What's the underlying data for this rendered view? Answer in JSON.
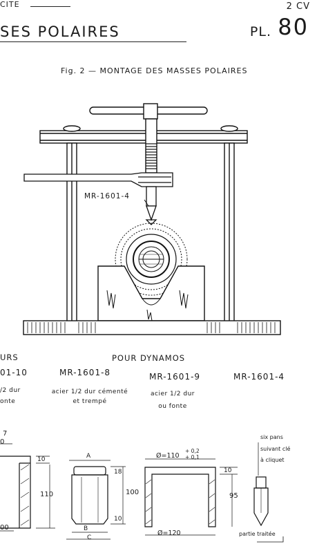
{
  "header": {
    "section_fragment": "CITE",
    "model": "2 CV",
    "title_fragment": "SES POLAIRES",
    "plate_label": "PL.",
    "plate_number": "80"
  },
  "figure": {
    "caption": "Fig. 2 — MONTAGE DES MASSES POLAIRES",
    "press_tool_ref": "MR-1601-4"
  },
  "sections": {
    "left_fragment": "URS",
    "dynamos": "POUR DYNAMOS"
  },
  "tools": [
    {
      "ref": "01-10",
      "material": [
        "/2 dur",
        "onte"
      ]
    },
    {
      "ref": "MR-1601-8",
      "material": [
        "acier 1/2 dur cémenté",
        "et trempé"
      ]
    },
    {
      "ref": "MR-1601-9",
      "material": [
        "acier 1/2 dur",
        "ou fonte"
      ]
    },
    {
      "ref": "MR-1601-4",
      "material": []
    }
  ],
  "dimensions": {
    "left_top_a": "7",
    "left_top_b": "0",
    "left_height": "10",
    "left_body": "110",
    "left_bottom": "00",
    "t8_A": "A",
    "t8_B": "B",
    "t8_C": "C",
    "t8_top": "18",
    "t8_height": "100",
    "t8_bottom": "10",
    "t9_bore": "Ø=110",
    "t9_tol_plus": "+ 0,2",
    "t9_tol_minus": "+ 0,1",
    "t9_wall": "10",
    "t9_height": "95",
    "t9_outer": "Ø=120",
    "t4_note": [
      "six pans",
      "suivant clé",
      "à cliquet"
    ],
    "t4_tip": "partie traitée"
  }
}
